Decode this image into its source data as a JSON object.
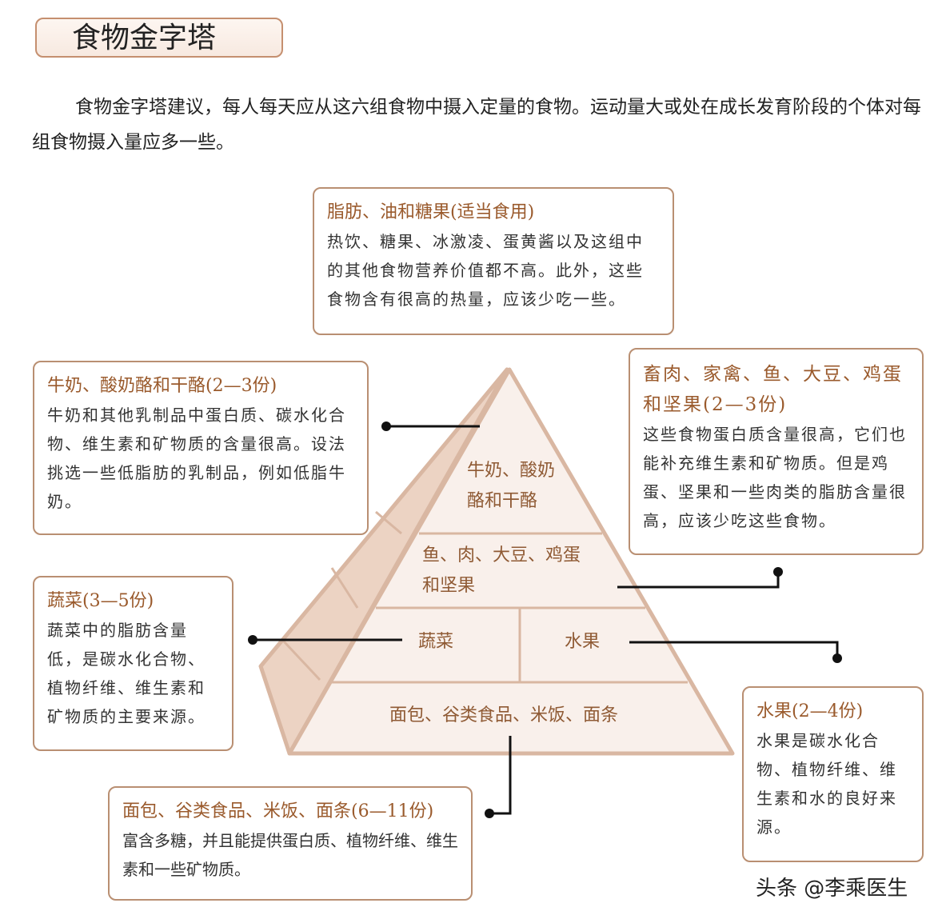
{
  "title": "食物金字塔",
  "intro": "食物金字塔建议，每人每天应从这六组食物中摄入定量的食物。运动量大或处在成长发育阶段的个体对每组食物摄入量应多一些。",
  "pyramid": {
    "tier1": [
      "牛奶、酸奶",
      "酪和干酪"
    ],
    "tier2": [
      "鱼、肉、大豆、鸡蛋",
      "和坚果"
    ],
    "vegetables": "蔬菜",
    "fruit": "水果",
    "base": "面包、谷类食品、米饭、面条"
  },
  "boxes": {
    "fats": {
      "heading": "脂肪、油和糖果(适当食用)",
      "body": "热饮、糖果、冰激凌、蛋黄酱以及这组中的其他食物营养价值都不高。此外，这些食物含有很高的热量，应该少吃一些。"
    },
    "dairy": {
      "heading": "牛奶、酸奶酪和干酪(2—3份)",
      "body": "牛奶和其他乳制品中蛋白质、碳水化合物、维生素和矿物质的含量很高。设法挑选一些低脂肪的乳制品，例如低脂牛奶。"
    },
    "protein": {
      "heading": "畜肉、家禽、鱼、大豆、鸡蛋和坚果(2—3份)",
      "body": "这些食物蛋白质含量很高，它们也能补充维生素和矿物质。但是鸡蛋、坚果和一些肉类的脂肪含量很高，应该少吃这些食物。"
    },
    "vegetables": {
      "heading": "蔬菜(3—5份)",
      "body": "蔬菜中的脂肪含量低，是碳水化合物、植物纤维、维生素和矿物质的主要来源。"
    },
    "fruit": {
      "heading": "水果(2—4份)",
      "body": "水果是碳水化合物、植物纤维、维生素和水的良好来源。"
    },
    "grains": {
      "heading": "面包、谷类食品、米饭、面条(6—11份)",
      "body": "富含多糖，并且能提供蛋白质、植物纤维、维生素和一些矿物质。"
    }
  },
  "watermark": "头条 @李乘医生"
}
